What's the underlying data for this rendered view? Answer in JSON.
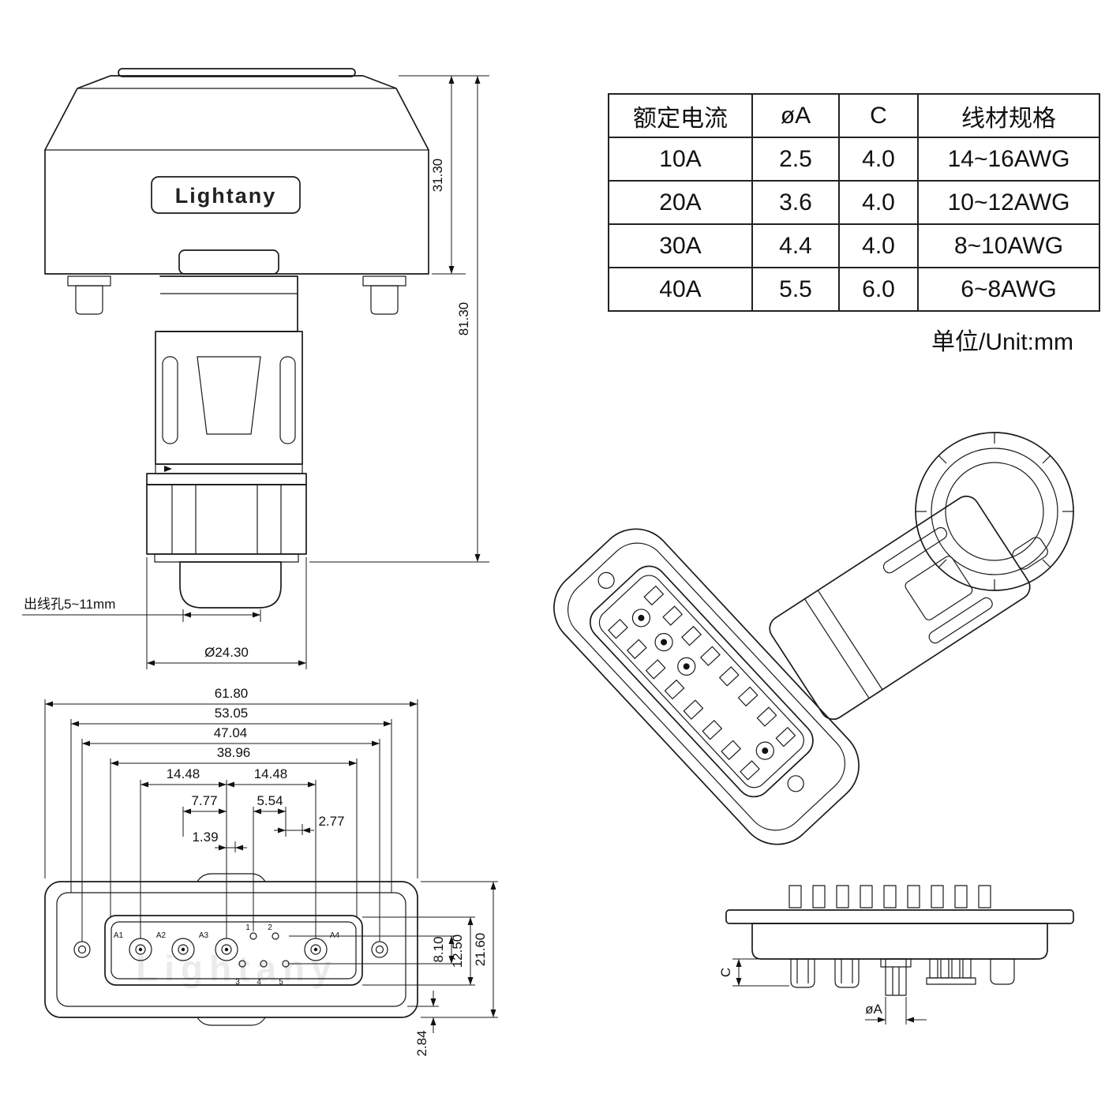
{
  "brand": {
    "logo": "Lightany",
    "watermark": "Lightany"
  },
  "table": {
    "headers": [
      "额定电流",
      "øA",
      "C",
      "线材规格"
    ],
    "rows": [
      [
        "10A",
        "2.5",
        "4.0",
        "14~16AWG"
      ],
      [
        "20A",
        "3.6",
        "4.0",
        "10~12AWG"
      ],
      [
        "30A",
        "4.4",
        "4.0",
        "8~10AWG"
      ],
      [
        "40A",
        "5.5",
        "6.0",
        "6~8AWG"
      ]
    ],
    "unit_note": "单位/Unit:mm"
  },
  "front_view": {
    "dims": {
      "shell_height": "31.30",
      "total_height": "81.30",
      "cable_hole_label": "出线孔5~11mm",
      "gland_diameter": "Ø24.30"
    }
  },
  "face_view": {
    "dims": {
      "w1": "61.80",
      "w2": "53.05",
      "w3": "47.04",
      "w4": "38.96",
      "w5_left": "14.48",
      "w5_right": "14.48",
      "w6": "7.77",
      "w7": "5.54",
      "w8": "2.77",
      "w9": "1.39",
      "h1": "8.10",
      "h2": "12.50",
      "h3": "21.60",
      "h4": "2.84"
    },
    "pins": {
      "big": [
        "A1",
        "A2",
        "A3",
        "A4"
      ],
      "small": [
        "1",
        "2",
        "3",
        "4",
        "5"
      ]
    }
  },
  "side_view": {
    "dims": {
      "depth": "C",
      "pin_diameter": "øA"
    }
  }
}
